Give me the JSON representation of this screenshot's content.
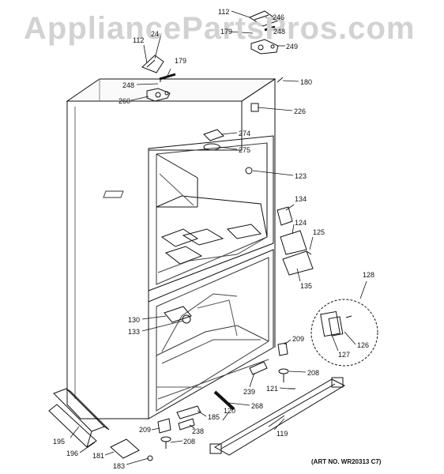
{
  "watermark": "AppliancePartsPros.com",
  "art_number": "(ART NO. WR20313 C7)",
  "callouts": [
    {
      "id": "c112a",
      "text": "112"
    },
    {
      "id": "c246a",
      "text": "246"
    },
    {
      "id": "c179a",
      "text": "179"
    },
    {
      "id": "c248a",
      "text": "248"
    },
    {
      "id": "c249",
      "text": "249"
    },
    {
      "id": "c112b",
      "text": "112"
    },
    {
      "id": "c24",
      "text": "24"
    },
    {
      "id": "c179b",
      "text": "179"
    },
    {
      "id": "c248b",
      "text": "248"
    },
    {
      "id": "c260",
      "text": "260"
    },
    {
      "id": "c180",
      "text": "180"
    },
    {
      "id": "c226",
      "text": "226"
    },
    {
      "id": "c274",
      "text": "274"
    },
    {
      "id": "c275",
      "text": "275"
    },
    {
      "id": "c123",
      "text": "123"
    },
    {
      "id": "c134",
      "text": "134"
    },
    {
      "id": "c124",
      "text": "124"
    },
    {
      "id": "c125",
      "text": "125"
    },
    {
      "id": "c135",
      "text": "135"
    },
    {
      "id": "c128",
      "text": "128"
    },
    {
      "id": "c130",
      "text": "130"
    },
    {
      "id": "c133",
      "text": "133"
    },
    {
      "id": "c209a",
      "text": "209"
    },
    {
      "id": "c126",
      "text": "126"
    },
    {
      "id": "c127",
      "text": "127"
    },
    {
      "id": "c208a",
      "text": "208"
    },
    {
      "id": "c239",
      "text": "239"
    },
    {
      "id": "c121",
      "text": "121"
    },
    {
      "id": "c268",
      "text": "268"
    },
    {
      "id": "c185",
      "text": "185"
    },
    {
      "id": "c120",
      "text": "120"
    },
    {
      "id": "c195",
      "text": "195"
    },
    {
      "id": "c209b",
      "text": "209"
    },
    {
      "id": "c238",
      "text": "238"
    },
    {
      "id": "c208b",
      "text": "208"
    },
    {
      "id": "c119",
      "text": "119"
    },
    {
      "id": "c196",
      "text": "196"
    },
    {
      "id": "c181",
      "text": "181"
    },
    {
      "id": "c183",
      "text": "183"
    }
  ]
}
